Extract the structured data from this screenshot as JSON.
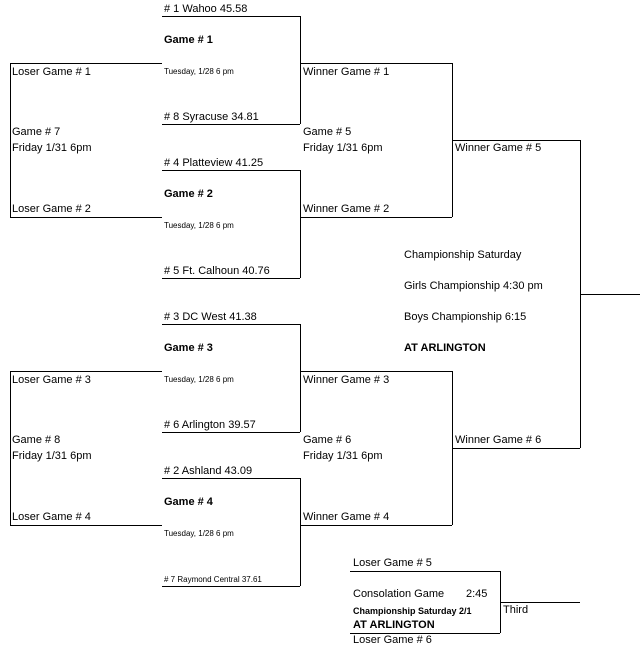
{
  "games": [
    {
      "team_top": "# 1 Wahoo 45.58",
      "title": "Game # 1",
      "time": "Tuesday, 1/28  6 pm",
      "team_bottom": "# 8 Syracuse 34.81"
    },
    {
      "team_top": "# 4 Platteview 41.25",
      "title": "Game # 2",
      "time": "Tuesday, 1/28  6 pm",
      "team_bottom": "# 5 Ft. Calhoun 40.76"
    },
    {
      "team_top": "# 3 DC West 41.38",
      "title": "Game # 3",
      "time": "Tuesday, 1/28  6 pm",
      "team_bottom": "# 6 Arlington 39.57"
    },
    {
      "team_top": "# 2 Ashland 43.09",
      "title": "Game # 4",
      "time": "Tuesday, 1/28  6 pm",
      "team_bottom": "# 7 Raymond Central 37.61"
    }
  ],
  "loser_left": [
    "Loser Game # 1",
    "Loser Game # 2",
    "Loser Game # 3",
    "Loser Game # 4"
  ],
  "consolation_games": [
    {
      "title": "Game # 7",
      "time": "Friday 1/31 6pm"
    },
    {
      "title": "Game # 8",
      "time": "Friday 1/31 6pm"
    }
  ],
  "winners": [
    "Winner Game # 1",
    "Winner Game # 2",
    "Winner Game # 3",
    "Winner Game # 4"
  ],
  "semis": [
    {
      "title": "Game # 5",
      "time": "Friday 1/31 6pm"
    },
    {
      "title": "Game # 6",
      "time": "Friday 1/31 6pm"
    }
  ],
  "finalists": [
    "Winner Game # 5",
    "Winner Game # 6"
  ],
  "championship": {
    "heading": "Championship Saturday",
    "girls": "Girls Championship 4:30 pm",
    "boys": "Boys Championship 6:15",
    "location": "AT ARLINGTON"
  },
  "third_place": {
    "top": "Loser Game # 5",
    "title": "Consolation Game",
    "time": "2:45",
    "subtitle": "Championship Saturday 2/1",
    "location": "AT ARLINGTON",
    "bottom": "Loser Game # 6",
    "result": "Third"
  }
}
